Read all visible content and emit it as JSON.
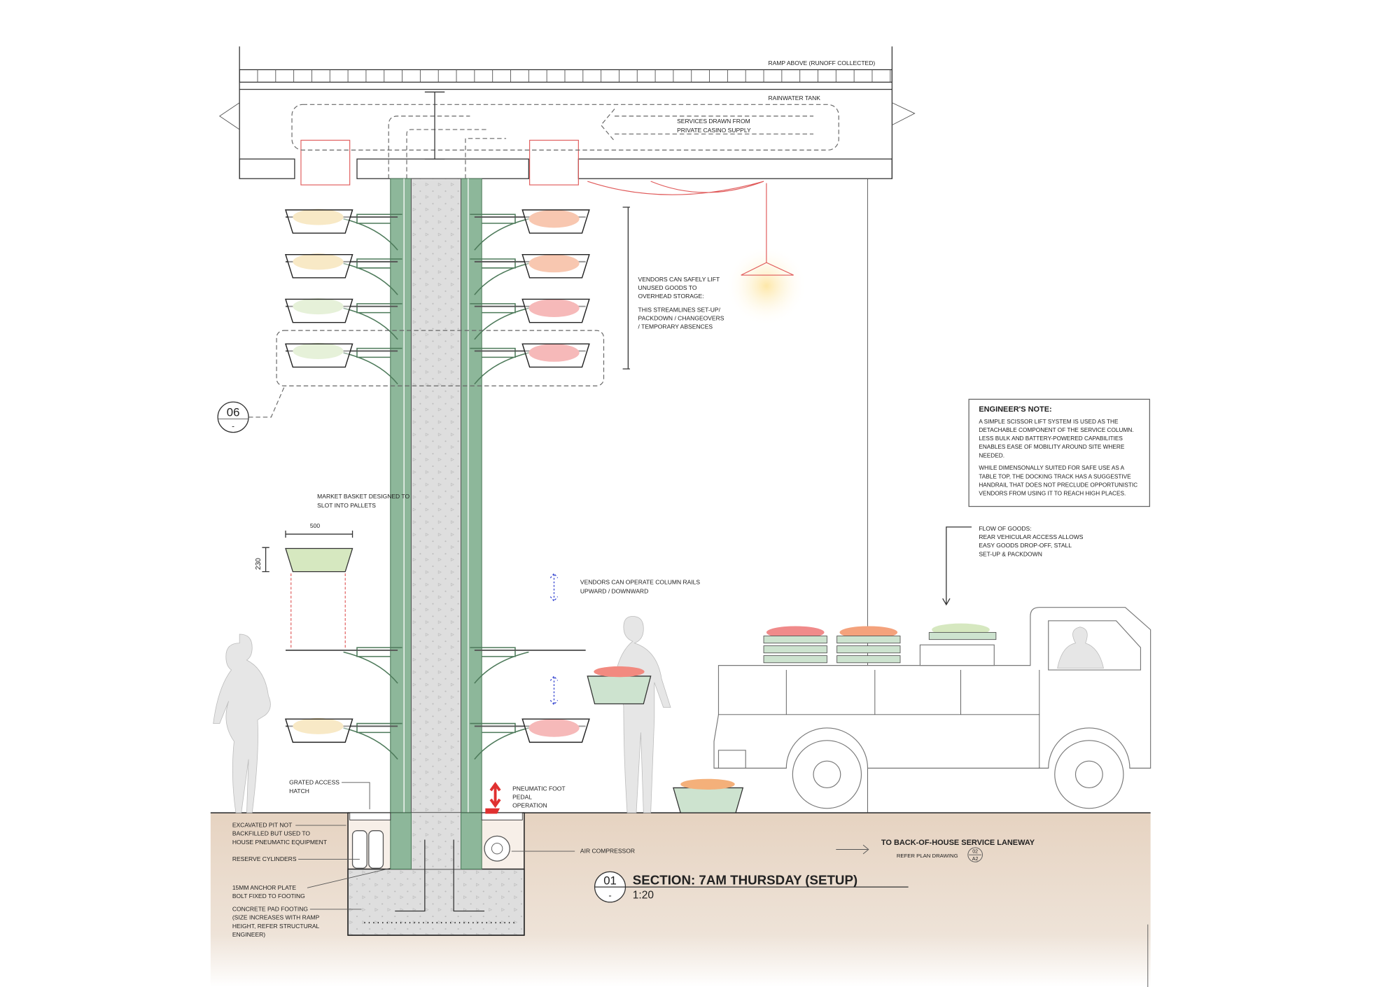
{
  "labels": {
    "ramp": "RAMP ABOVE (RUNOFF COLLECTED)",
    "tank": "RAINWATER TANK",
    "services": [
      "SERVICES DRAWN FROM",
      "PRIVATE CASINO SUPPLY"
    ],
    "vendors_lift": [
      "VENDORS CAN SAFELY LIFT",
      "UNUSED GOODS TO",
      "OVERHEAD STORAGE:"
    ],
    "streamlines": [
      "THIS STREAMLINES SET-UP/",
      "PACKDOWN / CHANGEOVERS",
      "/ TEMPORARY ABSENCES"
    ],
    "market_basket": [
      "MARKET BASKET DESIGNED TO",
      "SLOT INTO PALLETS"
    ],
    "dim_width": "500",
    "dim_height": "230",
    "vendors_operate": [
      "VENDORS CAN OPERATE COLUMN RAILS",
      "UPWARD / DOWNWARD"
    ],
    "flow_of_goods": [
      "FLOW OF GOODS:",
      "REAR VEHICULAR ACCESS ALLOWS",
      "EASY GOODS DROP-OFF, STALL",
      "SET-UP & PACKDOWN"
    ],
    "grated_hatch": [
      "GRATED ACCESS",
      "HATCH"
    ],
    "pneumatic_pedal": [
      "PNEUMATIC FOOT",
      "PEDAL",
      "OPERATION"
    ],
    "excavated_pit": [
      "EXCAVATED PIT NOT",
      "BACKFILLED BUT USED TO",
      "HOUSE PNEUMATIC EQUIPMENT"
    ],
    "reserve_cylinders": "RESERVE CYLINDERS",
    "anchor_plate": [
      "15MM ANCHOR PLATE",
      "BOLT FIXED TO FOOTING"
    ],
    "pad_footing": [
      "CONCRETE PAD FOOTING",
      "(SIZE INCREASES WITH RAMP",
      "HEIGHT, REFER STRUCTURAL",
      "ENGINEER)"
    ],
    "air_compressor": "AIR COMPRESSOR",
    "laneway": "TO BACK-OF-HOUSE SERVICE LANEWAY",
    "refer_plan": "REFER PLAN DRAWING",
    "refer_tag": {
      "top": "02",
      "bottom": "A2"
    }
  },
  "detail_callout": {
    "number": "06",
    "sheet": "-"
  },
  "engineers_note": {
    "title": "ENGINEER'S NOTE:",
    "para1": [
      "A SIMPLE SCISSOR LIFT SYSTEM IS USED AS THE",
      "DETACHABLE COMPONENT OF THE SERVICE COLUMN.",
      "LESS BULK AND BATTERY-POWERED CAPABILITIES",
      "ENABLES EASE OF MOBILITY AROUND SITE WHERE",
      "NEEDED."
    ],
    "para2": [
      "WHILE DIMENSONALLY SUITED FOR SAFE USE AS A",
      "TABLE TOP, THE DOCKING TRACK HAS A SUGGESTIVE",
      "HANDRAIL THAT DOES NOT PRECLUDE OPPORTUNISTIC",
      "VENDORS FROM USING IT TO REACH HIGH PLACES."
    ]
  },
  "title_block": {
    "number": "01",
    "sheet": "-",
    "title": "SECTION: 7AM THURSDAY (SETUP)",
    "scale": "1:20"
  },
  "colors": {
    "rail_green": "#8db79a",
    "concrete": "#dedede",
    "ground": "#e9d9c8",
    "services_red": "#e05a5a",
    "produce_orange": "#f4a27c",
    "produce_red": "#f08a8a",
    "produce_yellow": "#f3dba0",
    "produce_green": "#d6e8c0",
    "arrow_blue": "#2233cc"
  }
}
